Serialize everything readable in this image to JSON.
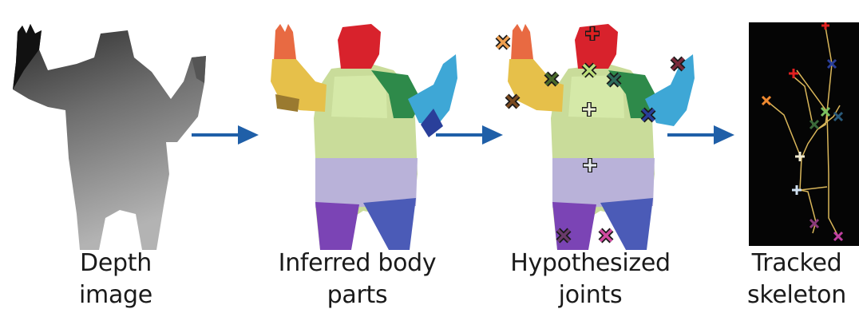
{
  "stages": [
    {
      "id": "depth",
      "caption_line1": "Depth",
      "caption_line2": "image"
    },
    {
      "id": "parts",
      "caption_line1": "Inferred body",
      "caption_line2": "parts"
    },
    {
      "id": "joints",
      "caption_line1": "Hypothesized",
      "caption_line2": "joints"
    },
    {
      "id": "skeleton",
      "caption_line1": "Tracked",
      "caption_line2": "skeleton"
    }
  ],
  "colors": {
    "arrow": "#1f5fa8",
    "depth_dark": "#1c1c1c",
    "depth_light": "#a9a9a9",
    "skeleton_bg": "#050505",
    "skeleton_bone": "#d9b65a"
  },
  "icons": [
    "arrow-right-icon",
    "joint-cross-icon",
    "joint-x-icon"
  ]
}
